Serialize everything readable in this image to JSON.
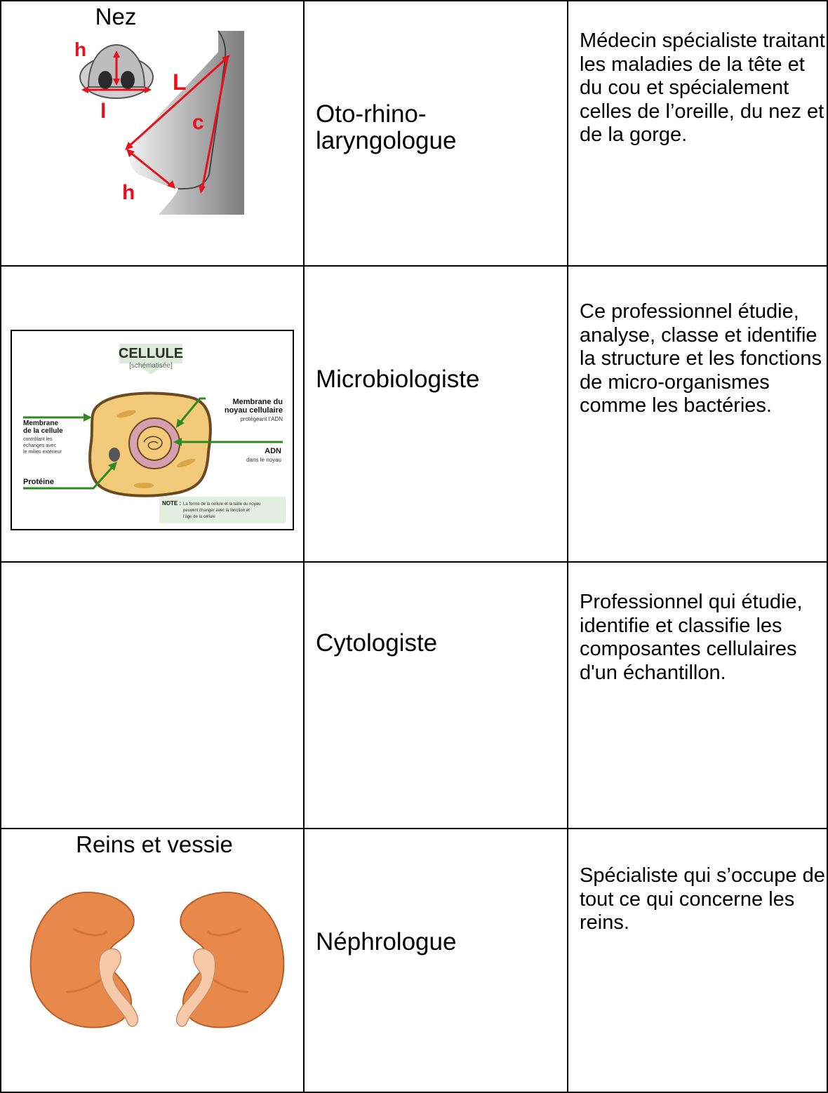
{
  "rows": [
    {
      "caption": "Nez",
      "profession": "Oto-rhino-\nlaryngologue",
      "description": "Médecin spécialiste traitant les maladies de la tête et du cou et spécialement celles de l’oreille, du nez et de la gorge.",
      "figure_labels": {
        "h_top": "h",
        "l": "l",
        "L": "L",
        "c": "c",
        "h_bottom": "h"
      }
    },
    {
      "caption": "",
      "profession": "Microbiologiste",
      "description": "Ce professionnel étudie, analyse, classe et identifie la structure et les fonctions de micro-organismes comme les bactéries.",
      "figure_labels": {
        "title": "CELLULE",
        "subtitle": "[schématisée]",
        "membrane_noyau_1": "Membrane du",
        "membrane_noyau_2": "noyau cellulaire",
        "membrane_noyau_3": "protégeant l'ADN",
        "membrane_cellule_1": "Membrane",
        "membrane_cellule_2": "de la cellule",
        "membrane_cellule_3": "contrôlant les",
        "membrane_cellule_4": "échanges avec",
        "membrane_cellule_5": "le milieu extérieur",
        "adn_1": "ADN",
        "adn_2": "dans le noyau",
        "proteine": "Protéine",
        "note_label": "NOTE :",
        "note_1": "La forme de la cellule et la taille du noyau",
        "note_2": "peuvent changer avec la fonction et",
        "note_3": "l'âge de la cellule"
      }
    },
    {
      "caption": "",
      "profession": "Cytologiste",
      "description": "Professionnel qui étudie, identifie et classifie les composantes cellulaires d'un échantillon."
    },
    {
      "caption": "Reins et vessie",
      "profession": "Néphrologue",
      "description": "Spécialiste qui s’occupe de tout ce qui concerne les reins."
    }
  ],
  "colors": {
    "border": "#000000",
    "annotation_red": "#e8101a",
    "kidney": "#e8884a",
    "pelvis": "#f6c9a8",
    "cell_fill": "#f3c97a",
    "cell_outline": "#6b4a1f",
    "nucleus_ring": "#d7a0b0",
    "arrow_green": "#2f8a1f"
  }
}
